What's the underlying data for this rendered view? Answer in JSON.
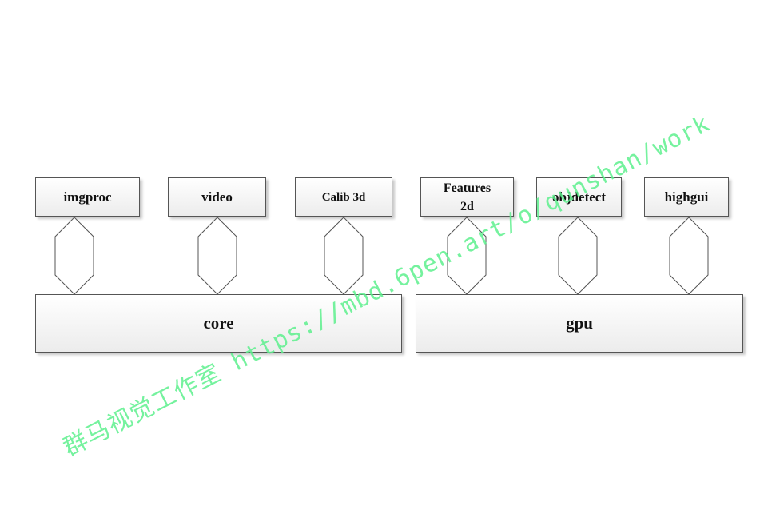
{
  "modules": [
    {
      "id": "imgproc",
      "label": "imgproc"
    },
    {
      "id": "video",
      "label": "video"
    },
    {
      "id": "calib3d",
      "label": "Calib 3d"
    },
    {
      "id": "features2d",
      "label": "Features\n2d"
    },
    {
      "id": "objdetect",
      "label": "objdetect"
    },
    {
      "id": "highgui",
      "label": "highgui"
    }
  ],
  "bases": [
    {
      "id": "core",
      "label": "core"
    },
    {
      "id": "gpu",
      "label": "gpu"
    }
  ],
  "watermark": "群马视觉工作室 https://mbd.6pen.art/o/qunshan/work",
  "colors": {
    "box_border": "#555555",
    "watermark": "#5ef08e"
  }
}
